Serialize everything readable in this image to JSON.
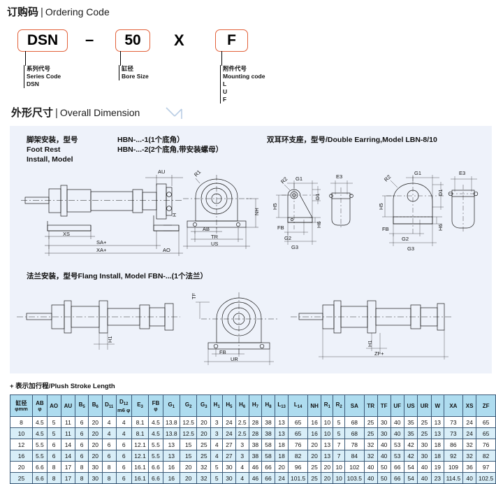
{
  "ordering": {
    "title_cn": "订购码",
    "title_bar": "|",
    "title_en": "Ordering Code",
    "boxes": [
      {
        "code": "DSN"
      },
      {
        "code": "50"
      },
      {
        "code": "F"
      }
    ],
    "separators": {
      "dash": "–",
      "x": "X"
    },
    "legends": [
      {
        "lines": [
          "系列代号",
          "Series Code",
          "DSN"
        ]
      },
      {
        "lines": [
          "缸径",
          "Bore Size"
        ]
      },
      {
        "lines": [
          "附件代号",
          "Mounting code",
          "L",
          "U",
          "F"
        ]
      }
    ]
  },
  "dimension": {
    "title_cn": "外形尺寸",
    "title_bar": "|",
    "title_en": "Overall Dimension",
    "foot_label": "脚架安装，型号\nFoot Rest\nInstall, Model",
    "foot_model": "HBN-...-1(1个底角）\nHBN-...-2(2个底角,带安装螺母）",
    "earring_label": "双耳环支座，型号/Double Earring,Model LBN-8/10",
    "flange_label": "法兰安装，型号Flang Install, Model FBN-...(1个法兰）",
    "dim_labels_foot": [
      "AU",
      "XS",
      "SA+",
      "XA+",
      "AO",
      "H1",
      "R1",
      "NH",
      "AB",
      "TR",
      "US"
    ],
    "dim_labels_earring": [
      "G1",
      "E3",
      "D1",
      "R2",
      "H5",
      "FB",
      "H6",
      "G2",
      "G3"
    ],
    "dim_labels_flange": [
      "H1",
      "TF",
      "FB",
      "UR",
      "ZF+"
    ]
  },
  "footnote": "+ 表示加行程/Plush Stroke Length",
  "table": {
    "headers": [
      {
        "main": "缸径",
        "sub": "",
        "stack2": "φmm"
      },
      {
        "main": "AB",
        "sub": "",
        "stack2": "φ"
      },
      {
        "main": "AO",
        "sub": "",
        "stack2": ""
      },
      {
        "main": "AU",
        "sub": "",
        "stack2": ""
      },
      {
        "main": "B",
        "sub": "5",
        "stack2": ""
      },
      {
        "main": "B",
        "sub": "6",
        "stack2": ""
      },
      {
        "main": "D",
        "sub": "11",
        "stack2": ""
      },
      {
        "main": "D",
        "sub": "12",
        "stack2": "m6 φ"
      },
      {
        "main": "E",
        "sub": "3",
        "stack2": ""
      },
      {
        "main": "FB",
        "sub": "",
        "stack2": "φ"
      },
      {
        "main": "G",
        "sub": "1",
        "stack2": ""
      },
      {
        "main": "G",
        "sub": "2",
        "stack2": ""
      },
      {
        "main": "G",
        "sub": "3",
        "stack2": ""
      },
      {
        "main": "H",
        "sub": "1",
        "stack2": ""
      },
      {
        "main": "H",
        "sub": "5",
        "stack2": ""
      },
      {
        "main": "H",
        "sub": "6",
        "stack2": ""
      },
      {
        "main": "H",
        "sub": "7",
        "stack2": ""
      },
      {
        "main": "H",
        "sub": "8",
        "stack2": ""
      },
      {
        "main": "L",
        "sub": "13",
        "stack2": ""
      },
      {
        "main": "L",
        "sub": "14",
        "stack2": ""
      },
      {
        "main": "NH",
        "sub": "",
        "stack2": ""
      },
      {
        "main": "R",
        "sub": "1",
        "stack2": ""
      },
      {
        "main": "R",
        "sub": "2",
        "stack2": ""
      },
      {
        "main": "SA",
        "sub": "",
        "stack2": ""
      },
      {
        "main": "TR",
        "sub": "",
        "stack2": ""
      },
      {
        "main": "TF",
        "sub": "",
        "stack2": ""
      },
      {
        "main": "UF",
        "sub": "",
        "stack2": ""
      },
      {
        "main": "US",
        "sub": "",
        "stack2": ""
      },
      {
        "main": "UR",
        "sub": "",
        "stack2": ""
      },
      {
        "main": "W",
        "sub": "",
        "stack2": ""
      },
      {
        "main": "XA",
        "sub": "",
        "stack2": ""
      },
      {
        "main": "XS",
        "sub": "",
        "stack2": ""
      },
      {
        "main": "ZF",
        "sub": "",
        "stack2": ""
      }
    ],
    "rows": [
      [
        "8",
        "4.5",
        "5",
        "11",
        "6",
        "20",
        "4",
        "4",
        "8.1",
        "4.5",
        "13.8",
        "12.5",
        "20",
        "3",
        "24",
        "2.5",
        "28",
        "38",
        "13",
        "65",
        "16",
        "10",
        "5",
        "68",
        "25",
        "30",
        "40",
        "35",
        "25",
        "13",
        "73",
        "24",
        "65"
      ],
      [
        "10",
        "4.5",
        "5",
        "11",
        "6",
        "20",
        "4",
        "4",
        "8.1",
        "4.5",
        "13.8",
        "12.5",
        "20",
        "3",
        "24",
        "2.5",
        "28",
        "38",
        "13",
        "65",
        "16",
        "10",
        "5",
        "68",
        "25",
        "30",
        "40",
        "35",
        "25",
        "13",
        "73",
        "24",
        "65"
      ],
      [
        "12",
        "5.5",
        "6",
        "14",
        "6",
        "20",
        "6",
        "6",
        "12.1",
        "5.5",
        "13",
        "15",
        "25",
        "4",
        "27",
        "3",
        "38",
        "58",
        "18",
        "76",
        "20",
        "13",
        "7",
        "78",
        "32",
        "40",
        "53",
        "42",
        "30",
        "18",
        "86",
        "32",
        "76"
      ],
      [
        "16",
        "5.5",
        "6",
        "14",
        "6",
        "20",
        "6",
        "6",
        "12.1",
        "5.5",
        "13",
        "15",
        "25",
        "4",
        "27",
        "3",
        "38",
        "58",
        "18",
        "82",
        "20",
        "13",
        "7",
        "84",
        "32",
        "40",
        "53",
        "42",
        "30",
        "18",
        "92",
        "32",
        "82"
      ],
      [
        "20",
        "6.6",
        "8",
        "17",
        "8",
        "30",
        "8",
        "6",
        "16.1",
        "6.6",
        "16",
        "20",
        "32",
        "5",
        "30",
        "4",
        "46",
        "66",
        "20",
        "96",
        "25",
        "20",
        "10",
        "102",
        "40",
        "50",
        "66",
        "54",
        "40",
        "19",
        "109",
        "36",
        "97"
      ],
      [
        "25",
        "6.6",
        "8",
        "17",
        "8",
        "30",
        "8",
        "6",
        "16.1",
        "6.6",
        "16",
        "20",
        "32",
        "5",
        "30",
        "4",
        "46",
        "66",
        "24",
        "101.5",
        "25",
        "20",
        "10",
        "103.5",
        "40",
        "50",
        "66",
        "54",
        "40",
        "23",
        "114.5",
        "40",
        "102.5"
      ]
    ]
  },
  "colors": {
    "accent_orange": "#e2613a",
    "panel_blue": "#eef2fa",
    "table_header": "#aedcef",
    "table_alt_row": "#d8eef8",
    "table_border": "#3b5a78"
  }
}
